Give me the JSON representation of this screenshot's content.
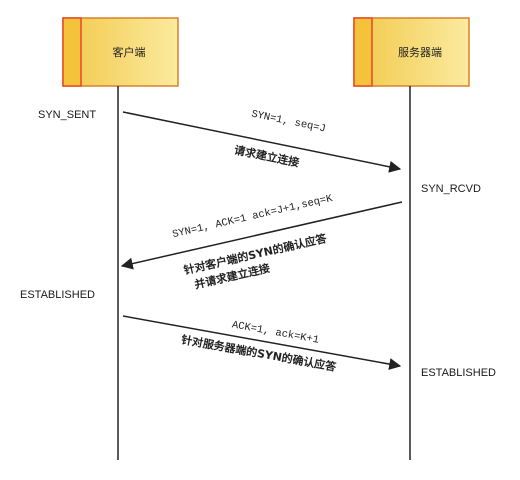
{
  "colors": {
    "box_fill": "#F5DC6E",
    "box_border": "#D9822B",
    "box_accent": "#E8462A",
    "line": "#222222"
  },
  "participants": {
    "client": "客户端",
    "server": "服务器端"
  },
  "states": {
    "syn_sent": "SYN_SENT",
    "syn_rcvd": "SYN_RCVD",
    "established_client": "ESTABLISHED",
    "established_server": "ESTABLISHED"
  },
  "messages": {
    "m1": {
      "params": "SYN=1, seq=J",
      "desc": "请求建立连接"
    },
    "m2": {
      "params": "SYN=1, ACK=1  ack=J+1,seq=K",
      "desc1": "针对客户端的SYN的确认应答",
      "desc2": "并请求建立连接"
    },
    "m3": {
      "params": "ACK=1, ack=K+1",
      "desc": "针对服务器端的SYN的确认应答"
    }
  }
}
